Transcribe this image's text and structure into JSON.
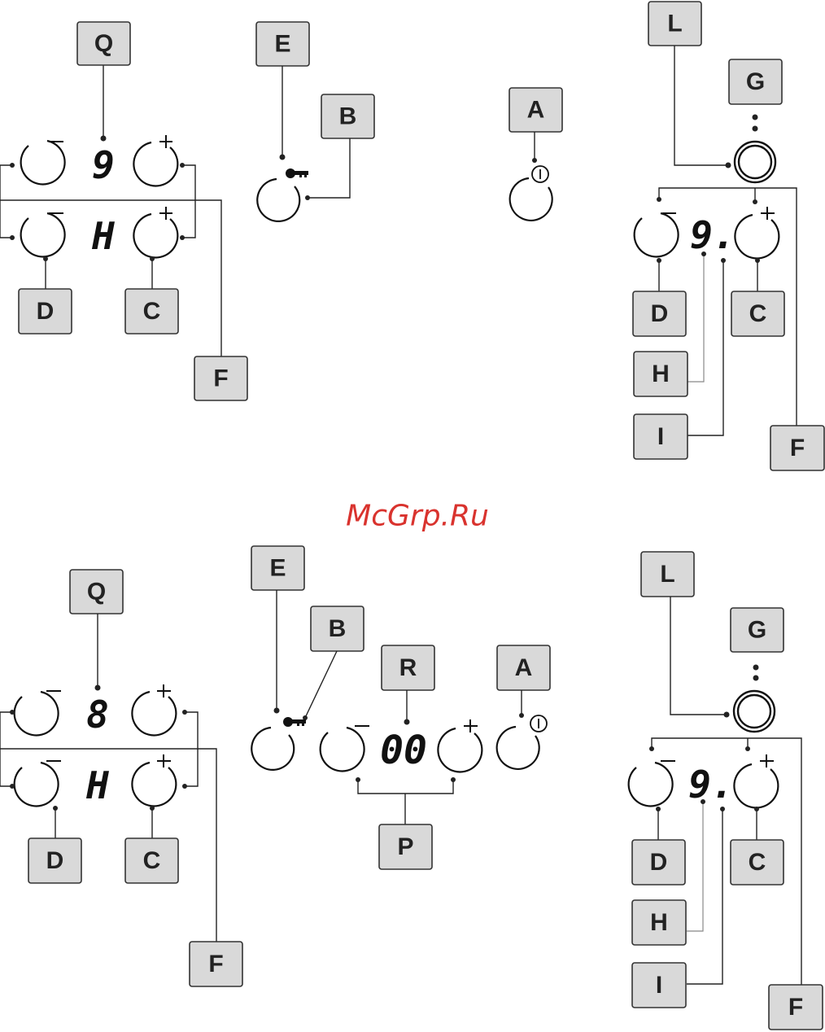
{
  "watermark": "McGrp.Ru",
  "labels": {
    "A": "A",
    "B": "B",
    "C": "C",
    "D": "D",
    "E": "E",
    "F": "F",
    "G": "G",
    "H": "H",
    "I": "I",
    "L": "L",
    "P": "P",
    "Q": "Q",
    "R": "R"
  },
  "displays": {
    "p1_top": "9",
    "p1_bottom": "H",
    "p1_right": "9.",
    "p2_top": "8",
    "p2_bottom": "H",
    "p2_timer": "00",
    "p2_right": "9."
  },
  "signs": {
    "minus": "−",
    "plus": "+"
  },
  "colors": {
    "box_fill": "#d9d9d9",
    "line": "#222222",
    "watermark": "#d9332e"
  }
}
